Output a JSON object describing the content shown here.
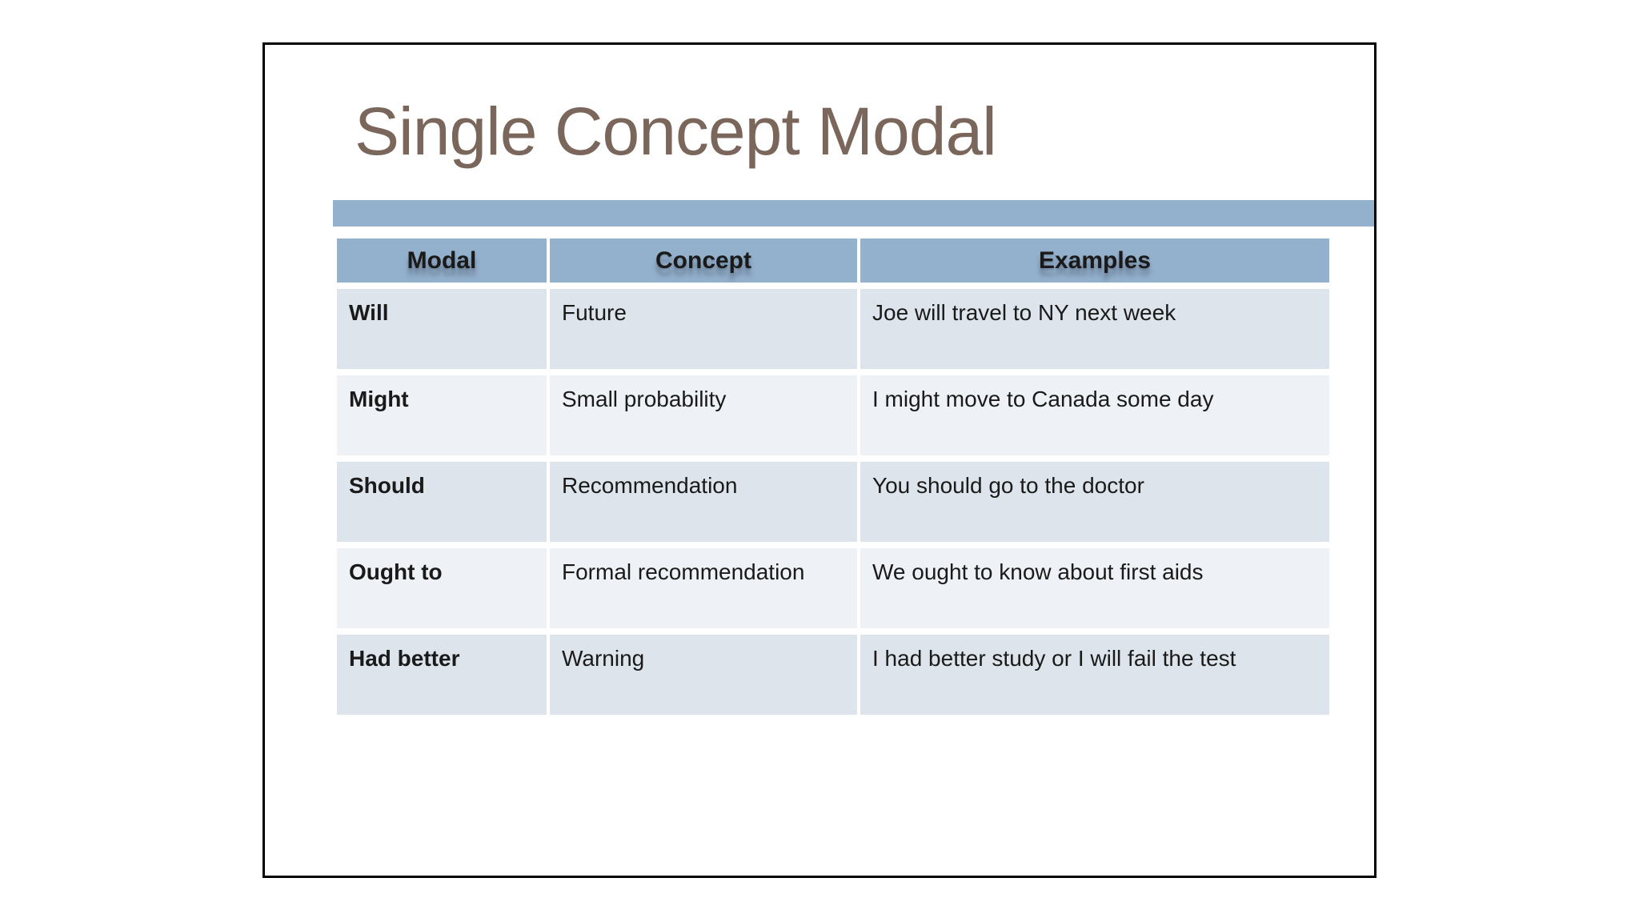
{
  "slide": {
    "title": "Single Concept Modal",
    "colors": {
      "accent_blue": "#93b0cc",
      "title_brown": "#7a665b",
      "row_dark": "#dde4ec",
      "row_light": "#eef1f5",
      "text_dark": "#1a1a1a",
      "slide_border": "#000000"
    },
    "table": {
      "headers": [
        "Modal",
        "Concept",
        "Examples"
      ],
      "rows": [
        {
          "modal": "Will",
          "concept": "Future",
          "example": "Joe will travel to NY next week"
        },
        {
          "modal": "Might",
          "concept": "Small probability",
          "example": "I might move to Canada some day"
        },
        {
          "modal": "Should",
          "concept": "Recommendation",
          "example": "You should go to the doctor"
        },
        {
          "modal": "Ought to",
          "concept": "Formal recommendation",
          "example": "We ought to know about first aids"
        },
        {
          "modal": "Had better",
          "concept": "Warning",
          "example": "I had better study or I will fail the test"
        }
      ]
    }
  }
}
